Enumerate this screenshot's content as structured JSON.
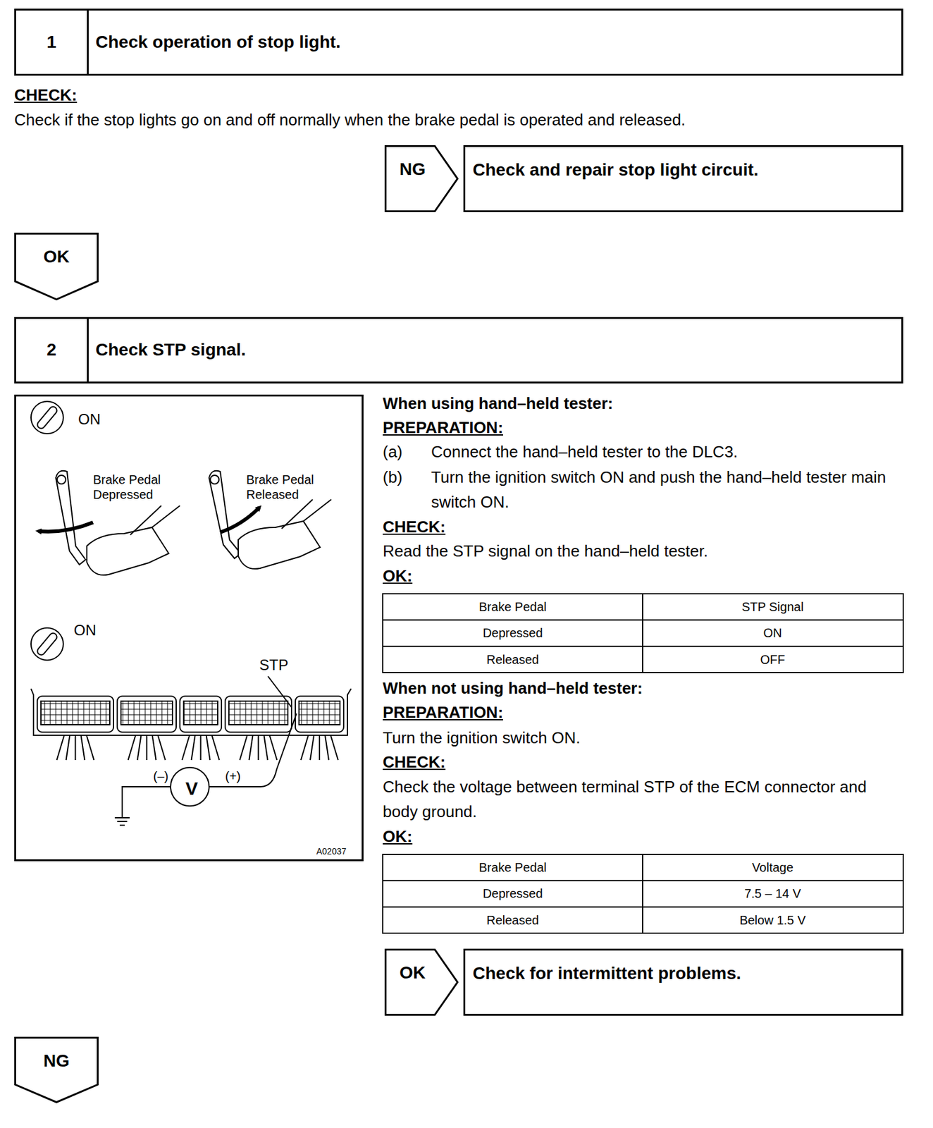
{
  "diagram": {
    "nodes": [
      {
        "text": [
          "1",
          "Check operation of stop light."
        ]
      },
      {
        "text": [
          "NG"
        ]
      },
      {
        "text": [
          "Check and repair stop light circuit."
        ]
      },
      {
        "text": [
          "OK"
        ]
      },
      {
        "text": [
          "2",
          "Check STP signal."
        ]
      },
      {
        "text": [
          "ON",
          "Brake Pedal Depressed",
          "Brake Pedal Released",
          "ON",
          "STP",
          "(–)",
          "V",
          "(+)",
          "A02037"
        ]
      },
      {
        "text": [
          "OK"
        ]
      },
      {
        "text": [
          "Check for intermittent problems."
        ]
      },
      {
        "text": [
          "NG"
        ]
      }
    ],
    "labels": [
      "CHECK:",
      "Check if the stop lights go on and off normally when the brake pedal is operated and released.",
      "When using hand–held tester:",
      "PREPARATION:",
      "(a)",
      "Connect the hand–held tester to the DLC3.",
      "(b)",
      "Turn the ignition switch ON and push the hand–held tester main switch ON.",
      "CHECK:",
      "Read the STP signal on the hand–held tester.",
      "OK:",
      "Brake Pedal",
      "STP Signal",
      "Depressed",
      "ON",
      "Released",
      "OFF",
      "When not using hand–held tester:",
      "PREPARATION:",
      "Turn the ignition switch ON.",
      "CHECK:",
      "Check the voltage between terminal STP of the ECM connector and body ground.",
      "OK:",
      "Brake Pedal",
      "Voltage",
      "Depressed",
      "7.5 – 14 V",
      "Released",
      "Below 1.5 V"
    ]
  }
}
